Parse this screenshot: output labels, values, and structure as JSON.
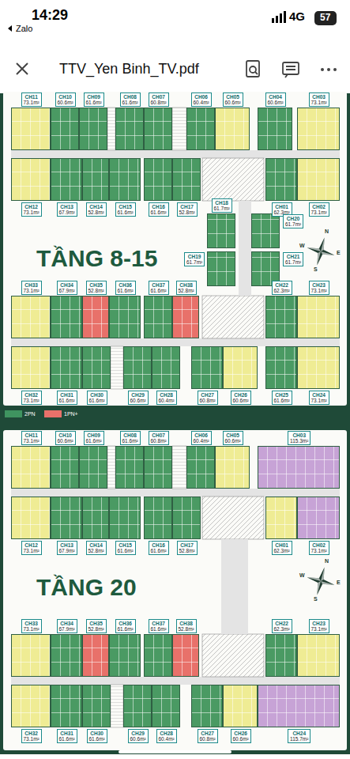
{
  "diagram": {
    "title": "TTV_Yen Binh_TV.pdf",
    "nodes": [
      {
        "text": [
          "TẦNG 8-15"
        ]
      },
      {
        "text": [
          "CH11",
          "73.1m²"
        ],
        "in": 0
      },
      {
        "text": [
          "CH10",
          "60.6m²"
        ],
        "in": 0
      },
      {
        "text": [
          "CH09",
          "61.6m²"
        ],
        "in": 0
      },
      {
        "text": [
          "CH08",
          "61.6m²"
        ],
        "in": 0
      },
      {
        "text": [
          "CH07",
          "60.8m²"
        ],
        "in": 0
      },
      {
        "text": [
          "CH06",
          "60.4m²"
        ],
        "in": 0
      },
      {
        "text": [
          "CH05",
          "60.6m²"
        ],
        "in": 0
      },
      {
        "text": [
          "CH04",
          "60.6m²"
        ],
        "in": 0
      },
      {
        "text": [
          "CH03",
          "73.1m²"
        ],
        "in": 0
      },
      {
        "text": [
          "CH12",
          "73.1m²"
        ],
        "in": 0
      },
      {
        "text": [
          "CH13",
          "67.9m²"
        ],
        "in": 0
      },
      {
        "text": [
          "CH14",
          "52.8m²"
        ],
        "in": 0
      },
      {
        "text": [
          "CH15",
          "61.6m²"
        ],
        "in": 0
      },
      {
        "text": [
          "CH16",
          "61.6m²"
        ],
        "in": 0
      },
      {
        "text": [
          "CH17",
          "52.8m²"
        ],
        "in": 0
      },
      {
        "text": [
          "CH01",
          "62.3m²"
        ],
        "in": 0
      },
      {
        "text": [
          "CH02",
          "73.1m²"
        ],
        "in": 0
      },
      {
        "text": [
          "CH18",
          "61.7m²"
        ],
        "in": 0
      },
      {
        "text": [
          "CH19",
          "61.7m²"
        ],
        "in": 0
      },
      {
        "text": [
          "CH20",
          "61.7m²"
        ],
        "in": 0
      },
      {
        "text": [
          "CH21",
          "61.7m²"
        ],
        "in": 0
      },
      {
        "text": [
          "CH33",
          "73.1m²"
        ],
        "in": 0
      },
      {
        "text": [
          "CH34",
          "67.9m²"
        ],
        "in": 0
      },
      {
        "text": [
          "CH35",
          "52.8m²"
        ],
        "in": 0
      },
      {
        "text": [
          "CH36",
          "61.6m²"
        ],
        "in": 0
      },
      {
        "text": [
          "CH37",
          "61.6m²"
        ],
        "in": 0
      },
      {
        "text": [
          "CH38",
          "52.8m²"
        ],
        "in": 0
      },
      {
        "text": [
          "CH22",
          "62.3m²"
        ],
        "in": 0
      },
      {
        "text": [
          "CH23",
          "73.1m²"
        ],
        "in": 0
      },
      {
        "text": [
          "CH32",
          "73.1m²"
        ],
        "in": 0
      },
      {
        "text": [
          "CH31",
          "61.6m²"
        ],
        "in": 0
      },
      {
        "text": [
          "CH30",
          "61.6m²"
        ],
        "in": 0
      },
      {
        "text": [
          "CH29",
          "60.6m²"
        ],
        "in": 0
      },
      {
        "text": [
          "CH28",
          "60.4m²"
        ],
        "in": 0
      },
      {
        "text": [
          "CH27",
          "60.8m²"
        ],
        "in": 0
      },
      {
        "text": [
          "CH26",
          "60.6m²"
        ],
        "in": 0
      },
      {
        "text": [
          "CH25",
          "61.6m²"
        ],
        "in": 0
      },
      {
        "text": [
          "CH24",
          "73.1m²"
        ],
        "in": 0
      },
      {
        "text": [
          "TẦNG 20"
        ]
      },
      {
        "text": [
          "CH11",
          "73.1m²"
        ],
        "in": 39
      },
      {
        "text": [
          "CH10",
          "60.6m²"
        ],
        "in": 39
      },
      {
        "text": [
          "CH09",
          "61.6m²"
        ],
        "in": 39
      },
      {
        "text": [
          "CH08",
          "61.6m²"
        ],
        "in": 39
      },
      {
        "text": [
          "CH07",
          "60.8m²"
        ],
        "in": 39
      },
      {
        "text": [
          "CH06",
          "60.4m²"
        ],
        "in": 39
      },
      {
        "text": [
          "CH05",
          "60.6m²"
        ],
        "in": 39
      },
      {
        "text": [
          "CH03",
          "115.3m²"
        ],
        "in": 39
      },
      {
        "text": [
          "CH12",
          "73.1m²"
        ],
        "in": 39
      },
      {
        "text": [
          "CH13",
          "67.9m²"
        ],
        "in": 39
      },
      {
        "text": [
          "CH14",
          "52.8m²"
        ],
        "in": 39
      },
      {
        "text": [
          "CH15",
          "61.6m²"
        ],
        "in": 39
      },
      {
        "text": [
          "CH16",
          "61.6m²"
        ],
        "in": 39
      },
      {
        "text": [
          "CH17",
          "52.8m²"
        ],
        "in": 39
      },
      {
        "text": [
          "CH01",
          "62.3m²"
        ],
        "in": 39
      },
      {
        "text": [
          "CH02",
          "73.1m²"
        ],
        "in": 39
      },
      {
        "text": [
          "CH33",
          "73.1m²"
        ],
        "in": 39
      },
      {
        "text": [
          "CH34",
          "67.9m²"
        ],
        "in": 39
      },
      {
        "text": [
          "CH35",
          "52.8m²"
        ],
        "in": 39
      },
      {
        "text": [
          "CH36",
          "61.6m²"
        ],
        "in": 39
      },
      {
        "text": [
          "CH37",
          "61.6m²"
        ],
        "in": 39
      },
      {
        "text": [
          "CH38",
          "52.8m²"
        ],
        "in": 39
      },
      {
        "text": [
          "CH22",
          "62.3m²"
        ],
        "in": 39
      },
      {
        "text": [
          "CH23",
          "73.1m²"
        ],
        "in": 39
      },
      {
        "text": [
          "CH32",
          "73.1m²"
        ],
        "in": 39
      },
      {
        "text": [
          "CH31",
          "61.6m²"
        ],
        "in": 39
      },
      {
        "text": [
          "CH30",
          "61.6m²"
        ],
        "in": 39
      },
      {
        "text": [
          "CH29",
          "60.6m²"
        ],
        "in": 39
      },
      {
        "text": [
          "CH28",
          "60.4m²"
        ],
        "in": 39
      },
      {
        "text": [
          "CH27",
          "60.8m²"
        ],
        "in": 39
      },
      {
        "text": [
          "CH26",
          "60.6m²"
        ],
        "in": 39
      },
      {
        "text": [
          "CH24",
          "115.7m²"
        ],
        "in": 39
      }
    ],
    "labels": [
      "14:29",
      "Zalo",
      "4G",
      "57",
      "N",
      "E",
      "S",
      "W",
      "N",
      "E",
      "S",
      "W"
    ],
    "legend": [
      {
        "text": "2PN",
        "color": "#3f9460"
      },
      {
        "text": "1PN+",
        "color": "#e8716a"
      }
    ]
  }
}
